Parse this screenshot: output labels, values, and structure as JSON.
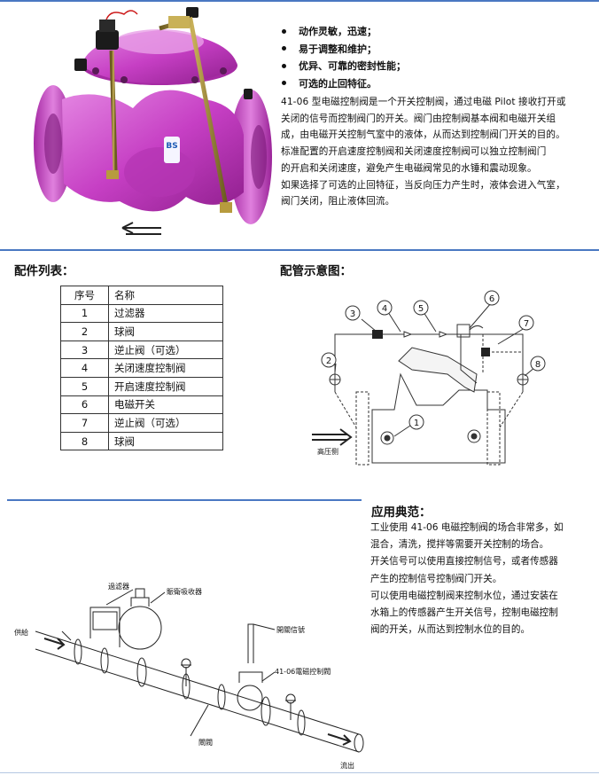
{
  "features": [
    "动作灵敏，迅速；",
    "易于调整和维护；",
    "优异、可靠的密封性能；",
    "可选的止回特征。"
  ],
  "description": [
    "41-06 型电磁控制阀是一个开关控制阀，通过电磁 Pilot 接收打开或",
    "关闭的信号而控制阀门的开关。阀门由控制阀基本阀和电磁开关组",
    "成，由电磁开关控制气室中的液体，从而达到控制阀门开关的目的。",
    "标准配置的开启速度控制阀和关闭速度控制阀可以独立控制阀门",
    "的开启和关闭速度，避免产生电磁阀常见的水锤和震动现象。",
    "如果选择了可选的止回特征，当反向压力产生时，液体会进入气室，",
    "阀门关闭，阻止液体回流。"
  ],
  "parts_heading": "配件列表：",
  "piping_heading": "配管示意图：",
  "parts_table": {
    "headers": [
      "序号",
      "名称"
    ],
    "rows": [
      [
        "1",
        "过滤器"
      ],
      [
        "2",
        "球阀"
      ],
      [
        "3",
        "逆止阀（可选）"
      ],
      [
        "4",
        "关闭速度控制阀"
      ],
      [
        "5",
        "开启速度控制阀"
      ],
      [
        "6",
        "电磁开关"
      ],
      [
        "7",
        "逆止阀（可选）"
      ],
      [
        "8",
        "球阀"
      ]
    ]
  },
  "piping_diagram": {
    "numbers": [
      "1",
      "2",
      "3",
      "4",
      "5",
      "6",
      "7",
      "8"
    ],
    "inlet_label": "高压侧"
  },
  "application_heading": "应用典范：",
  "application_text": [
    "工业使用 41-06 电磁控制阀的场合非常多，如",
    "混合，清洗，搅拌等需要开关控制的场合。",
    "开关信号可以使用直接控制信号，或者传感器",
    "产生的控制信号控制阀门开关。",
    "可以使用电磁控制阀来控制水位，通过安装在",
    "水箱上的传感器产生开关信号，控制电磁控制",
    "阀的开关，从而达到控制水位的目的。"
  ],
  "application_labels": {
    "filter": "過滤器",
    "absorber": "賑衛吸收器",
    "signal": "開關信號",
    "valve": "41-06電磁控制閥",
    "supply": "供給",
    "ball_valve": "閘閥",
    "outflow": "流出"
  },
  "valve_logo": "BS",
  "colors": {
    "accent": "#4a78c2",
    "valve_body": "#c63fc4",
    "valve_highlight": "#e486e2"
  }
}
